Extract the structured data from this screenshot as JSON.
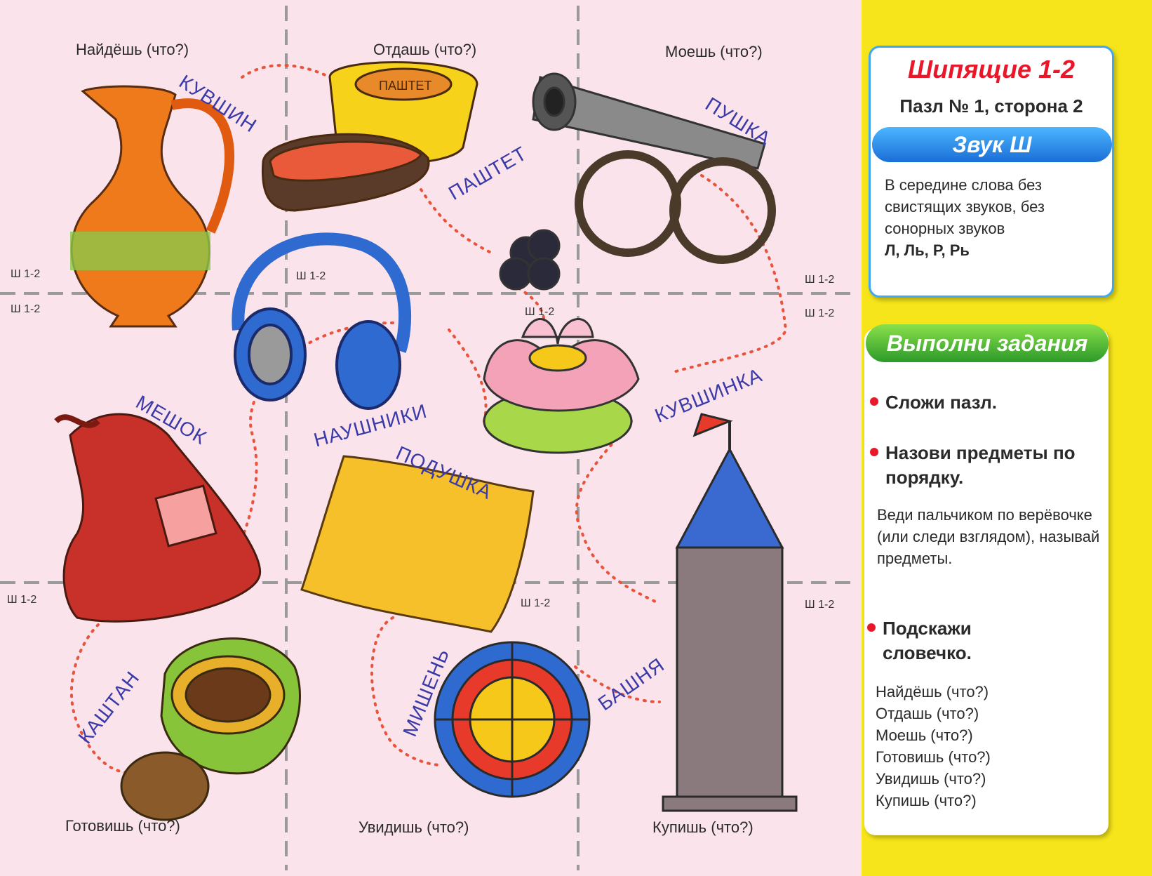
{
  "sidebar": {
    "title": "Шипящие 1-2",
    "subtitle": "Пазл № 1, сторона 2",
    "sound_banner": "Звук Ш",
    "description": "В середине слова без свистящих звуков, без сонорных звуков",
    "description_bold": "Л, Ль, Р, Рь",
    "tasks_banner": "Выполни задания",
    "task1": "Сложи пазл.",
    "task2": "Назови предметы по порядку.",
    "task2_note": "Веди пальчиком по верёвочке (или следи взглядом), называй предметы.",
    "task3": "Подскажи словечко.",
    "questions": [
      "Найдёшь (что?)",
      "Отдашь (что?)",
      "Моешь (что?)",
      "Готовишь (что?)",
      "Увидишь (что?)",
      "Купишь (что?)"
    ]
  },
  "puzzle": {
    "questions_top": [
      "Найдёшь (что?)",
      "Отдашь (что?)",
      "Моешь (что?)"
    ],
    "questions_bottom": [
      "Готовишь (что?)",
      "Увидишь (что?)",
      "Купишь (что?)"
    ],
    "piece_code": "Ш 1-2",
    "words": {
      "jug": "КУВШИН",
      "pate": "ПАШТЕТ",
      "cannon": "ПУШКА",
      "bag": "МЕШОК",
      "headphones": "НАУШНИКИ",
      "pillow": "ПОДУШКА",
      "lily": "КУВШИНКА",
      "chestnut": "КАШТАН",
      "target": "МИШЕНЬ",
      "tower": "БАШНЯ"
    },
    "pate_can_label": "ПАШТЕТ"
  },
  "colors": {
    "puzzle_bg": "#fbe3ec",
    "sidebar_bg": "#f5e51a",
    "word_color": "#3a3aa8",
    "dotted_path": "#e8533a",
    "title_red": "#e8182a",
    "blue_banner": "#2a86e8",
    "green_banner": "#3aaa30"
  }
}
